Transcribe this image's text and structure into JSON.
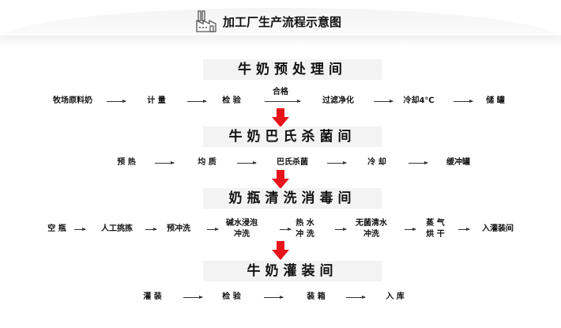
{
  "title": "加工厂生产流程示意图",
  "sections": [
    {
      "name": "牛奶预处理间",
      "steps": [
        "牧场原料奶",
        "计 量",
        "检 验",
        "过滤净化",
        "冷却4℃",
        "储 罐"
      ],
      "arrow_label": "合格"
    },
    {
      "name": "牛奶巴氏杀菌间",
      "steps": [
        "预 热",
        "均 质",
        "巴氏杀菌",
        "冷 却",
        "缓冲罐"
      ]
    },
    {
      "name": "奶瓶清洗消毒间",
      "steps": [
        "空 瓶",
        "人工挑拣",
        "预冲洗",
        "碱水浸泡\n冲洗",
        "热 水\n冲 洗",
        "无菌清水\n冲洗",
        "蒸 气\n烘 干",
        "入灌装间"
      ]
    },
    {
      "name": "牛奶灌装间",
      "steps": [
        "灌 装",
        "检 验",
        "装 箱",
        "入 库"
      ]
    }
  ],
  "colors": {
    "arrow_red": "#e8141c",
    "box_bg": "#f3f3f3"
  }
}
